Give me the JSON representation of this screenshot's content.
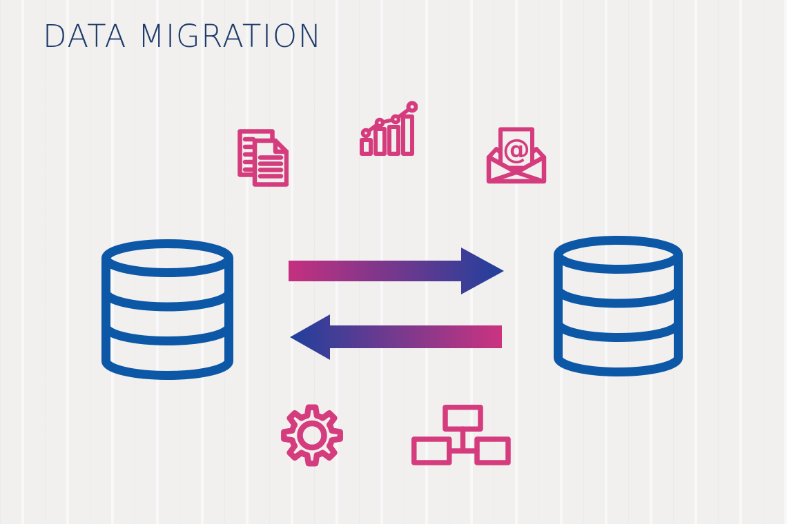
{
  "title": "DATA MIGRATION",
  "email_at_symbol": "@",
  "colors": {
    "background": "#f1f0ef",
    "title": "#1e3c6b",
    "database_stroke": "#0d57a7",
    "icon_stroke": "#d53c7d",
    "gradient_pink": "#c5307f",
    "gradient_blue": "#1f409c",
    "gradient_pink_bottom": "#cb3380"
  },
  "diagram": {
    "left_database": "source-database",
    "right_database": "target-database",
    "arrows": [
      {
        "name": "transfer-arrow-right",
        "direction": "right",
        "gradient_from": "#c5307f",
        "gradient_to": "#1f409c"
      },
      {
        "name": "transfer-arrow-left",
        "direction": "left",
        "gradient_from": "#1f409c",
        "gradient_to": "#cb3380"
      }
    ],
    "icons": [
      {
        "name": "documents-icon"
      },
      {
        "name": "bar-chart-icon"
      },
      {
        "name": "email-icon"
      },
      {
        "name": "gear-icon"
      },
      {
        "name": "network-icon"
      }
    ]
  }
}
